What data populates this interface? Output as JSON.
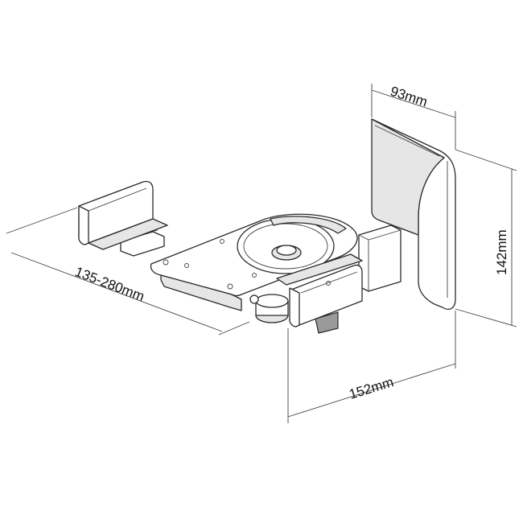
{
  "dimensions": {
    "depth": "93mm",
    "height": "142mm",
    "width": "152mm",
    "arm_length": "135-280mm"
  }
}
